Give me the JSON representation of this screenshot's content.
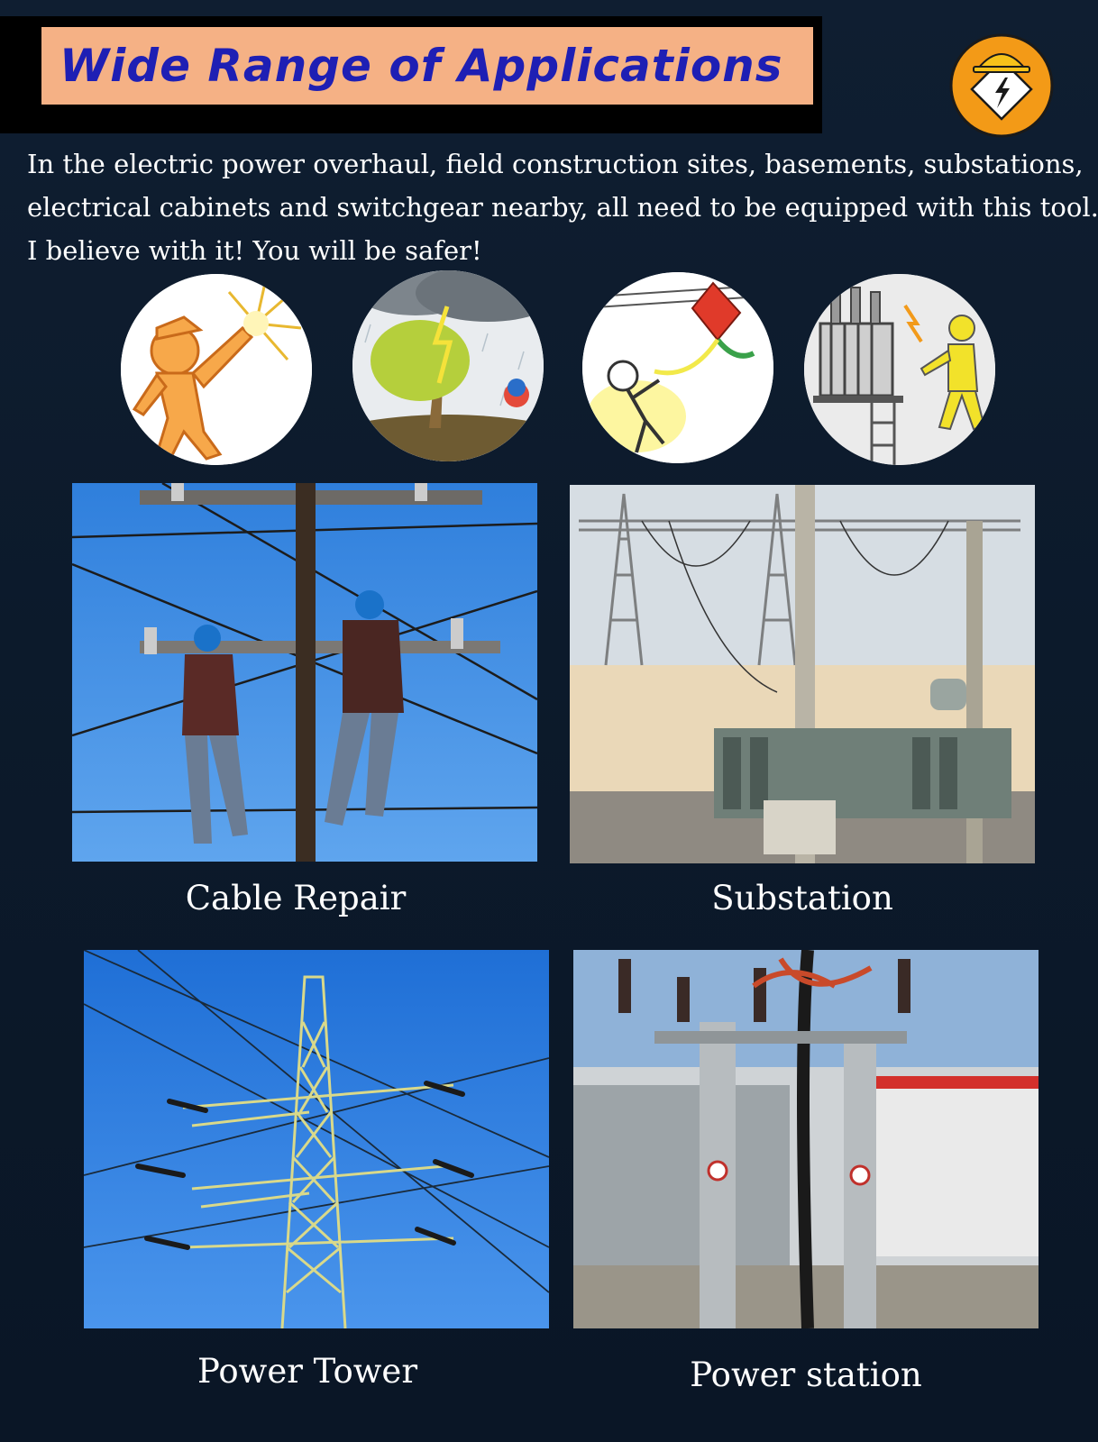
{
  "header": {
    "title": "Wide Range of Applications",
    "badge_icon": "hardhat-lightning-warning-icon"
  },
  "intro": {
    "lines": [
      "In the electric power overhaul, field construction sites, basements, substations,",
      "electrical cabinets and switchgear nearby, all need to be equipped with this tool.",
      "I believe with it! You will be safer!"
    ]
  },
  "hazards": [
    {
      "icon": "worker-electric-shock-icon"
    },
    {
      "icon": "lightning-strike-tree-icon"
    },
    {
      "icon": "kite-power-line-shock-icon"
    },
    {
      "icon": "transformer-shock-icon"
    }
  ],
  "applications": [
    {
      "caption": "Cable Repair",
      "image": "line-workers-on-pole-photo"
    },
    {
      "caption": "Substation",
      "image": "substation-photo"
    },
    {
      "caption": "Power Tower",
      "image": "power-tower-photo"
    },
    {
      "caption": "Power station",
      "image": "power-station-photo"
    }
  ],
  "colors": {
    "background": "#0d1b2d",
    "title_box": "#f5b185",
    "title_text": "#1e1fb4",
    "badge": "#f39a17"
  }
}
